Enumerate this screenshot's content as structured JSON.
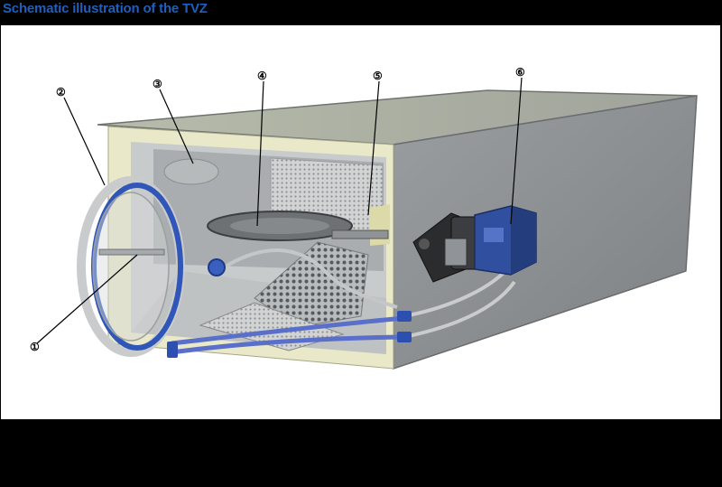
{
  "header": {
    "title": "Schematic illustration of the TVZ"
  },
  "callouts": [
    "①",
    "②",
    "③",
    "④",
    "⑤",
    "⑥"
  ]
}
